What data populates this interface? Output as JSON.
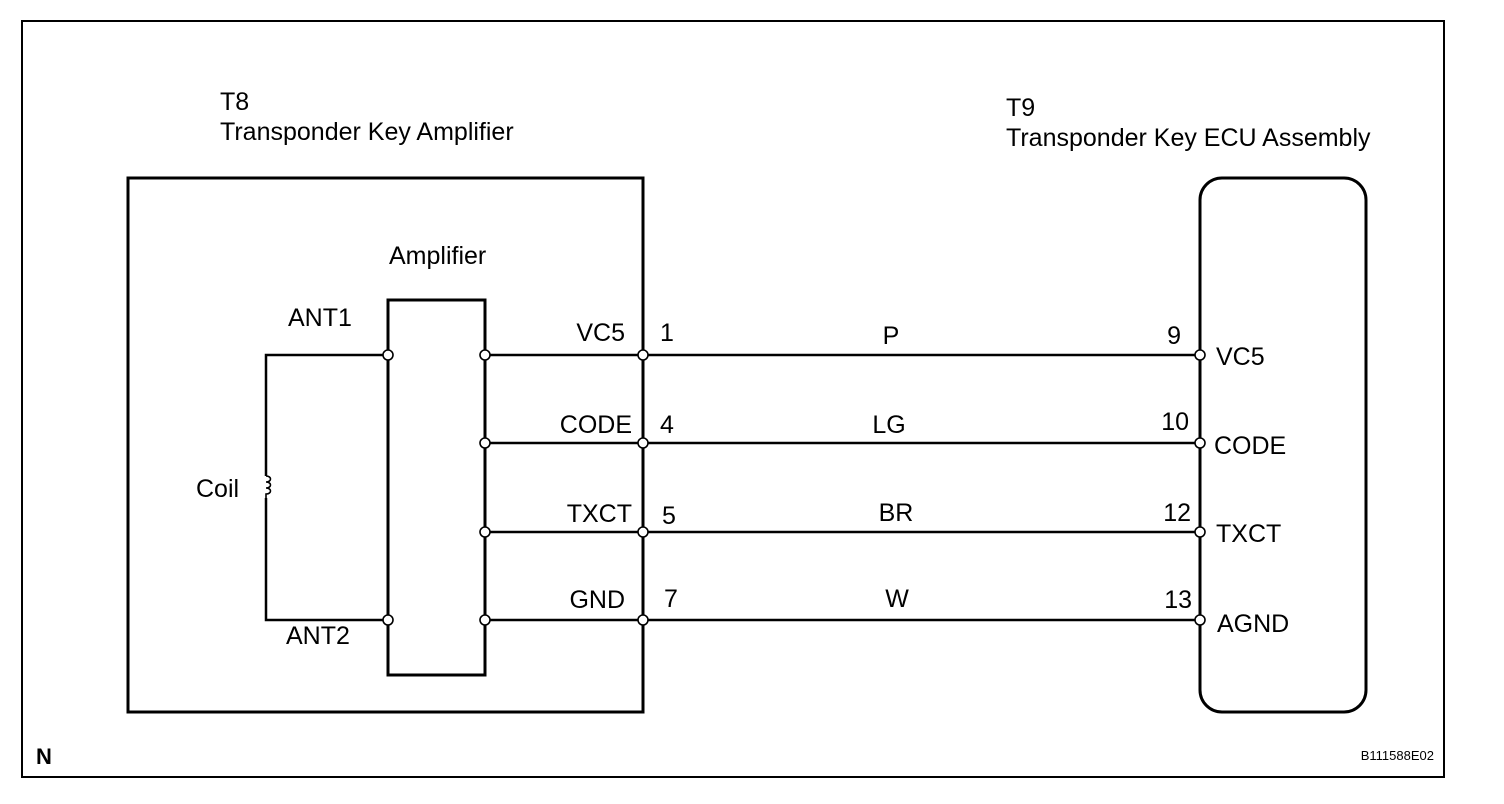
{
  "component_left": {
    "id": "T8",
    "name": "Transponder Key Amplifier"
  },
  "component_right": {
    "id": "T9",
    "name": "Transponder Key ECU Assembly"
  },
  "amplifier_label": "Amplifier",
  "antenna_top": "ANT1",
  "antenna_bottom": "ANT2",
  "coil_label": "Coil",
  "wires": [
    {
      "left_signal": "VC5",
      "left_pin": "1",
      "color": "P",
      "right_pin": "9",
      "right_signal": "VC5"
    },
    {
      "left_signal": "CODE",
      "left_pin": "4",
      "color": "LG",
      "right_pin": "10",
      "right_signal": "CODE"
    },
    {
      "left_signal": "TXCT",
      "left_pin": "5",
      "color": "BR",
      "right_pin": "12",
      "right_signal": "TXCT"
    },
    {
      "left_signal": "GND",
      "left_pin": "7",
      "color": "W",
      "right_pin": "13",
      "right_signal": "AGND"
    }
  ],
  "corner_mark": "N",
  "figure_code": "B111588E02"
}
